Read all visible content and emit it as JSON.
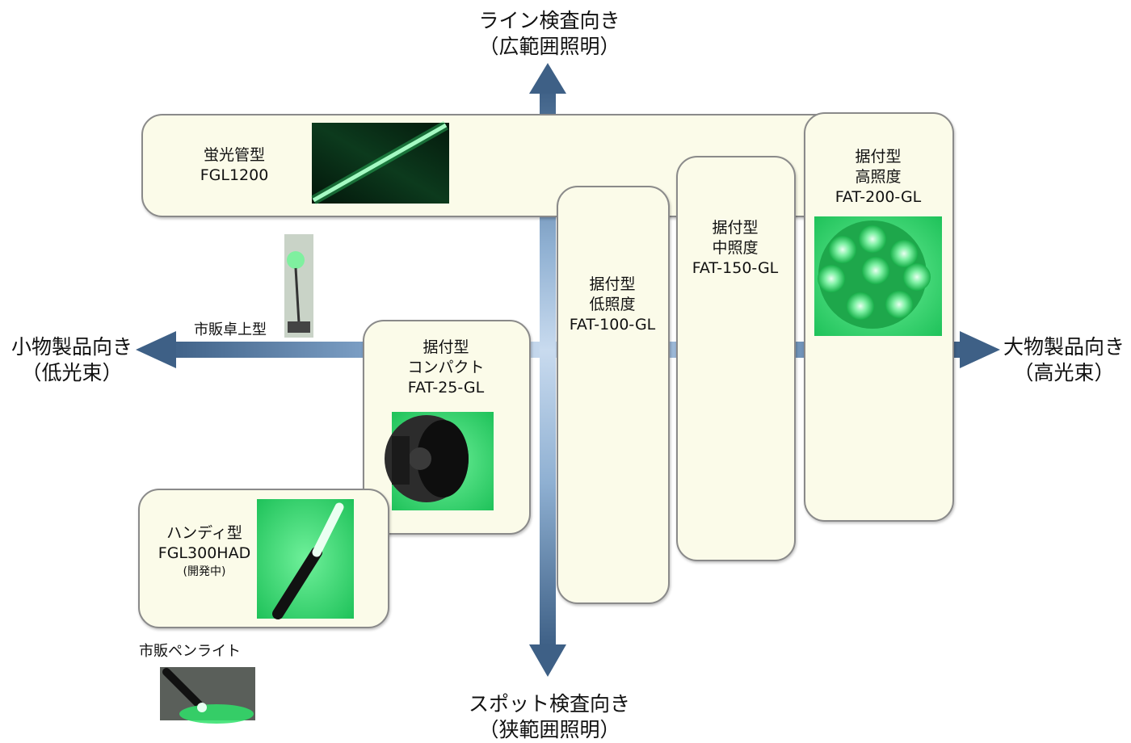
{
  "axes": {
    "top": [
      "ライン検査向き",
      "（広範囲照明）"
    ],
    "bottom": [
      "スポット検査向き",
      "（狭範囲照明）"
    ],
    "left": [
      "小物製品向き",
      "（低光束）"
    ],
    "right": [
      "大物製品向き",
      "（高光束）"
    ]
  },
  "products": {
    "fgl1200": [
      "蛍光管型",
      "FGL1200"
    ],
    "fat100": [
      "据付型",
      "低照度",
      "FAT-100-GL"
    ],
    "fat150": [
      "据付型",
      "中照度",
      "FAT-150-GL"
    ],
    "fat200": [
      "据付型",
      "高照度",
      "FAT-200-GL"
    ],
    "fat25": [
      "据付型",
      "コンパクト",
      "FAT-25-GL"
    ],
    "fgl300had": [
      "ハンディ型",
      "FGL300HAD",
      "(開発中)"
    ]
  },
  "captions": {
    "desk_lamp": "市販卓上型",
    "pen_light": "市販ペンライト"
  },
  "colors": {
    "arrow": "#3e6086",
    "box_fill": "#fbfbe9",
    "box_border": "#8a8a8a",
    "led_green": "#22c55a"
  },
  "icons": {
    "up": "arrow-up-icon",
    "down": "arrow-down-icon",
    "left": "arrow-left-icon",
    "right": "arrow-right-icon"
  }
}
